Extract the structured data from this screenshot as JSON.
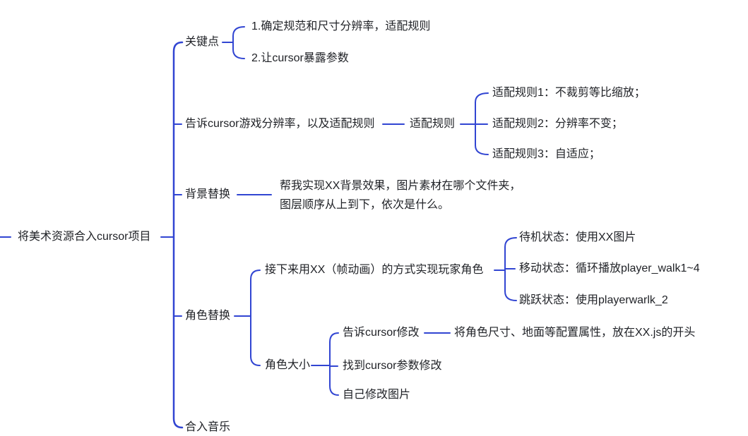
{
  "app": {
    "view": "mindmap"
  },
  "colors": {
    "branch_line": "#3145d2",
    "text": "#1f2126",
    "background": "#ffffff"
  },
  "tree": {
    "label": "将美术资源合入cursor项目",
    "children": [
      {
        "label": "关键点",
        "children": [
          {
            "label": "1.确定规范和尺寸分辨率，适配规则"
          },
          {
            "label": "2.让cursor暴露参数"
          }
        ]
      },
      {
        "label": "告诉cursor游戏分辨率，以及适配规则",
        "children": [
          {
            "label": "适配规则",
            "children": [
              {
                "label": "适配规则1：不裁剪等比缩放；"
              },
              {
                "label": "适配规则2：分辨率不变；"
              },
              {
                "label": "适配规则3：自适应；"
              }
            ]
          }
        ]
      },
      {
        "label": "背景替换",
        "children": [
          {
            "label": "帮我实现XX背景效果，图片素材在哪个文件夹，\n图层顺序从上到下，依次是什么。"
          }
        ]
      },
      {
        "label": "角色替换",
        "children": [
          {
            "label": "接下来用XX（帧动画）的方式实现玩家角色",
            "children": [
              {
                "label": "待机状态：使用XX图片"
              },
              {
                "label": "移动状态：循环播放player_walk1~4"
              },
              {
                "label": "跳跃状态：使用playerwarlk_2"
              }
            ]
          },
          {
            "label": "角色大小",
            "children": [
              {
                "label": "告诉cursor修改",
                "children": [
                  {
                    "label": "将角色尺寸、地面等配置属性，放在XX.js的开头"
                  }
                ]
              },
              {
                "label": "找到cursor参数修改"
              },
              {
                "label": "自己修改图片"
              }
            ]
          }
        ]
      },
      {
        "label": "合入音乐"
      }
    ]
  }
}
